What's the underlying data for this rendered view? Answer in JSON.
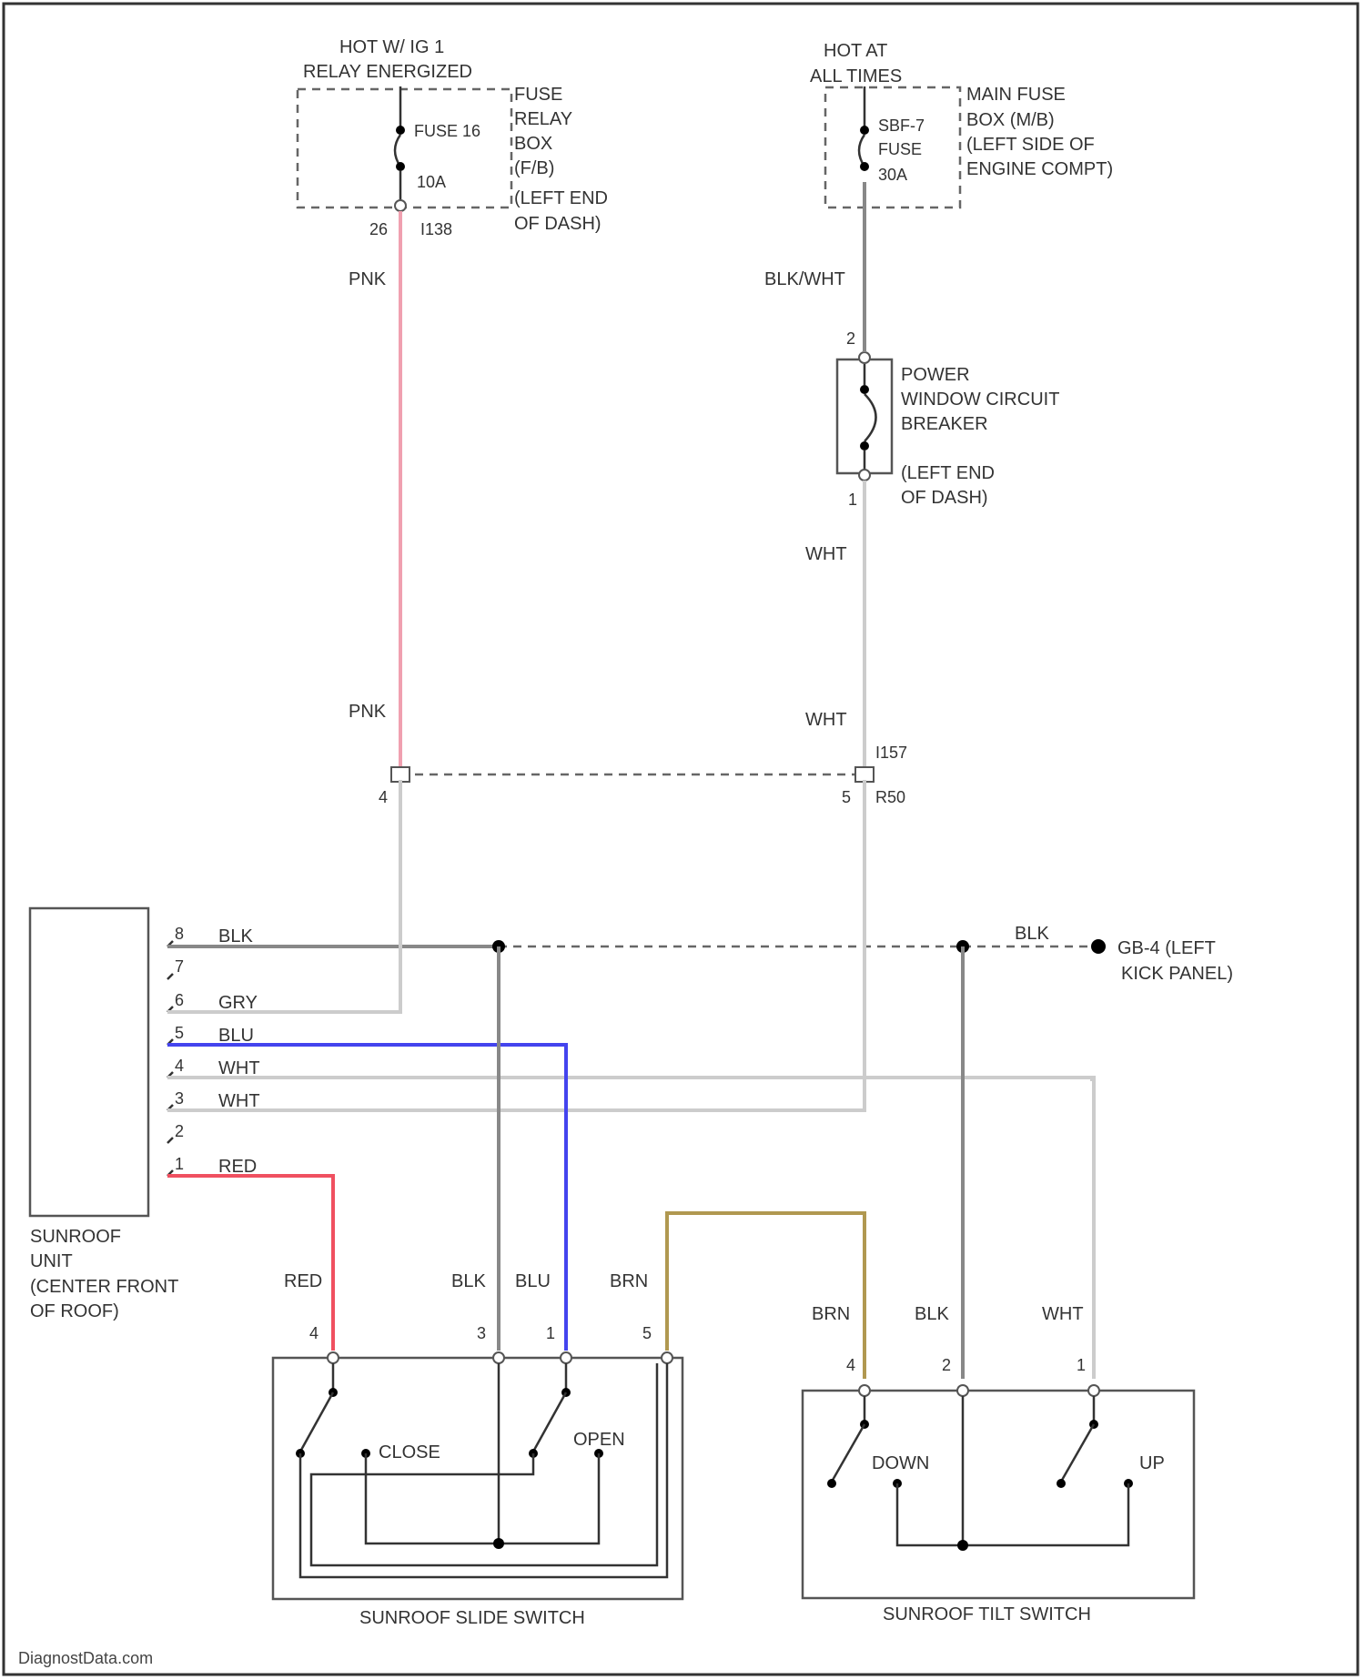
{
  "colors": {
    "pink": "#f0a0b0",
    "red": "#f05060",
    "blue": "#4444ee",
    "brown": "#b09850",
    "gray": "#888888",
    "white_wire": "#cccccc",
    "black": "#111111"
  },
  "fuse_block": {
    "hot_label_1": "HOT W/ IG 1",
    "hot_label_2": "RELAY ENERGIZED",
    "fuse_name": "FUSE 16",
    "fuse_rating": "10A",
    "desc_1": "FUSE",
    "desc_2": "RELAY",
    "desc_3": "BOX",
    "desc_4": "(F/B)",
    "desc_5": "(LEFT END",
    "desc_6": "OF DASH)",
    "pin": "26",
    "connector": "I138"
  },
  "main_fuse": {
    "hot_label_1": "HOT AT",
    "hot_label_2": "ALL TIMES",
    "fuse_line_1": "SBF-7",
    "fuse_line_2": "FUSE",
    "fuse_line_3": "30A",
    "desc_1": "MAIN FUSE",
    "desc_2": "BOX (M/B)",
    "desc_3": "(LEFT SIDE OF",
    "desc_4": "ENGINE COMPT)"
  },
  "breaker": {
    "pin_top": "2",
    "pin_bottom": "1",
    "desc_1": "POWER",
    "desc_2": "WINDOW CIRCUIT",
    "desc_3": "BREAKER",
    "desc_4": "(LEFT END",
    "desc_5": "OF DASH)"
  },
  "wires": {
    "pnk_1": "PNK",
    "pnk_2": "PNK",
    "blk_wht": "BLK/WHT",
    "wht_1": "WHT",
    "wht_2": "WHT"
  },
  "connector_mid": {
    "name": "I157",
    "pin_left": "4",
    "pin_right": "5",
    "code": "R50"
  },
  "sunroof_unit": {
    "pins": [
      "8",
      "7",
      "6",
      "5",
      "4",
      "3",
      "2",
      "1"
    ],
    "wires": [
      "BLK",
      "GRY",
      "BLU",
      "WHT",
      "WHT",
      "RED"
    ],
    "label_1": "SUNROOF",
    "label_2": "UNIT",
    "label_3": "(CENTER FRONT",
    "label_4": "OF ROOF)"
  },
  "ground": {
    "wire": "BLK",
    "name": "GB-4 (LEFT",
    "location": "KICK PANEL)"
  },
  "slide_switch": {
    "title": "SUNROOF SLIDE SWITCH",
    "wires": [
      "RED",
      "BLK",
      "BLU",
      "BRN"
    ],
    "pins": [
      "4",
      "3",
      "1",
      "5"
    ],
    "contact_1": "CLOSE",
    "contact_2": "OPEN"
  },
  "tilt_switch": {
    "title": "SUNROOF TILT SWITCH",
    "wires": [
      "BRN",
      "BLK",
      "WHT"
    ],
    "pins": [
      "4",
      "2",
      "1"
    ],
    "contact_1": "DOWN",
    "contact_2": "UP"
  },
  "watermark": "DiagnostData.com"
}
